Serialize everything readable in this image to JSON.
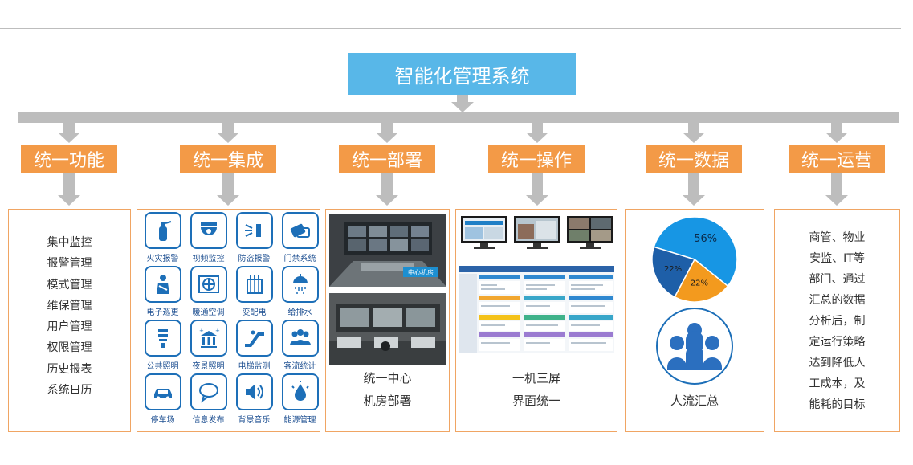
{
  "title": "智能化管理系统",
  "categories": [
    "统一功能",
    "统一集成",
    "统一部署",
    "统一操作",
    "统一数据",
    "统一运营"
  ],
  "function_list": [
    "集中监控",
    "报警管理",
    "模式管理",
    "维保管理",
    "用户管理",
    "权限管理",
    "历史报表",
    "系统日历"
  ],
  "integration_items": [
    {
      "label": "火灾报警",
      "icon": "fire-extinguisher-icon"
    },
    {
      "label": "视频监控",
      "icon": "dome-camera-icon"
    },
    {
      "label": "防盗报警",
      "icon": "alarm-siren-icon"
    },
    {
      "label": "门禁系统",
      "icon": "access-card-icon"
    },
    {
      "label": "电子巡更",
      "icon": "patrol-guard-icon"
    },
    {
      "label": "暖通空调",
      "icon": "hvac-fan-icon"
    },
    {
      "label": "变配电",
      "icon": "transformer-icon"
    },
    {
      "label": "给排水",
      "icon": "shower-water-icon"
    },
    {
      "label": "公共照明",
      "icon": "light-bulb-icon"
    },
    {
      "label": "夜景照明",
      "icon": "night-lighting-icon"
    },
    {
      "label": "电梯监测",
      "icon": "escalator-icon"
    },
    {
      "label": "客流统计",
      "icon": "people-count-icon"
    },
    {
      "label": "停车场",
      "icon": "parking-car-icon"
    },
    {
      "label": "信息发布",
      "icon": "speech-bubble-icon"
    },
    {
      "label": "背景音乐",
      "icon": "speaker-icon"
    },
    {
      "label": "能源管理",
      "icon": "energy-drop-icon"
    }
  ],
  "deployment": {
    "photo_label": "中心机房",
    "lines": [
      "统一中心",
      "机房部署"
    ]
  },
  "operation": {
    "lines": [
      "一机三屏",
      "界面统一"
    ]
  },
  "data_panel": {
    "caption": "人流汇总"
  },
  "chart_data": {
    "type": "pie",
    "slices": [
      {
        "label": "56%",
        "value": 56,
        "color": "#1796e4"
      },
      {
        "label": "22%",
        "value": 22,
        "color": "#f39a1e"
      },
      {
        "label": "22%",
        "value": 22,
        "color": "#1e5fa8"
      }
    ]
  },
  "operations_text": [
    "商管、物业",
    "安监、IT等",
    "部门、通过",
    "汇总的数据",
    "分析后，制",
    "定运行策略",
    "达到降低人",
    "工成本，及",
    "能耗的目标"
  ],
  "colors": {
    "title_bg": "#58b7e8",
    "category_bg": "#f39a47",
    "connector": "#bdbdbd",
    "icon_blue": "#1d6fb8"
  }
}
